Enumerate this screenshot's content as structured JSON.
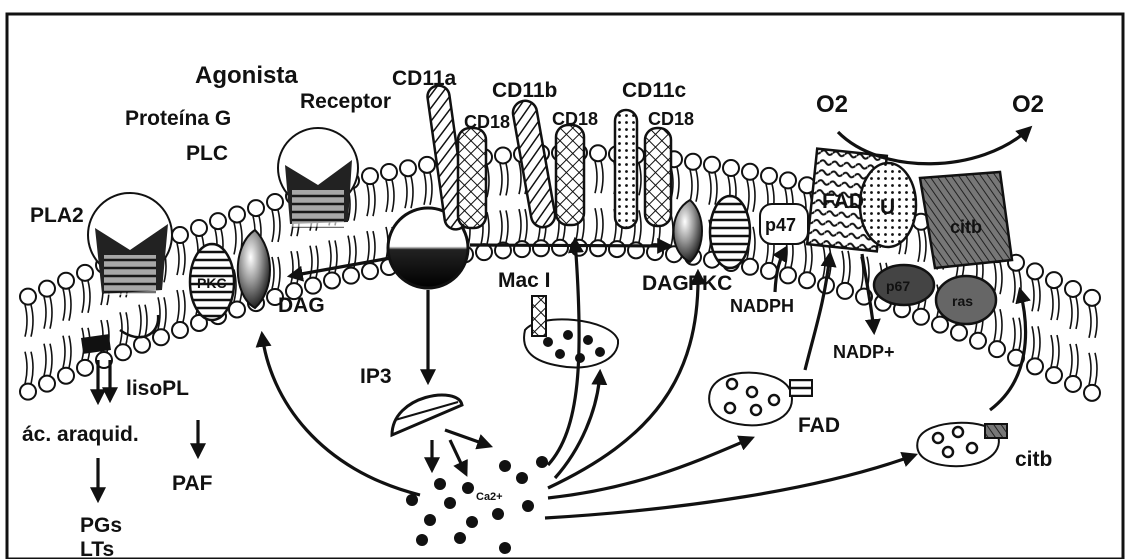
{
  "labels": {
    "agonista": "Agonista",
    "receptor": "Receptor",
    "proteina_g": "Proteína G",
    "plc": "PLC",
    "pla2": "PLA2",
    "pkc_left": "PKC",
    "dag_left": "DAG",
    "cd11a": "CD11a",
    "cd18_a": "CD18",
    "cd11b": "CD11b",
    "cd18_b": "CD18",
    "cd11c": "CD11c",
    "cd18_c": "CD18",
    "o2": "O2",
    "o2_superoxide": "O2",
    "mac1": "Mac I",
    "dag_right": "DAG",
    "pkc_right": "PKC",
    "p47": "p47",
    "fad_membrane": "FAD",
    "u": "U",
    "citb_membrane": "citb",
    "nadph": "NADPH",
    "p67": "p67",
    "ras": "ras",
    "nadp_plus": "NADP+",
    "ip3": "IP3",
    "liso_pl": "lisoPL",
    "ac_araquid": "ác. araquid.",
    "paf": "PAF",
    "pgs": "PGs",
    "lts": "LTs",
    "ca": "Ca2+",
    "fad_granule": "FAD",
    "citb_granule": "citb"
  },
  "colors": {
    "ink": "#111111",
    "paper": "#ffffff"
  }
}
